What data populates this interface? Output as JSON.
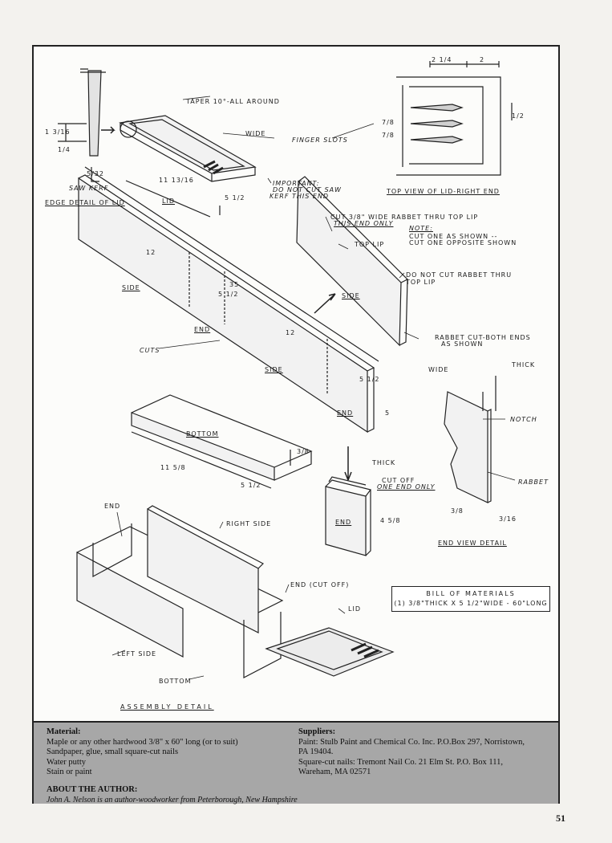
{
  "labels": {
    "taper": "TAPER 10°-ALL AROUND",
    "wide": "WIDE",
    "finger_slots": "FINGER SLOTS",
    "important": "IMPORTANT:",
    "do_not_cut": "DO NOT CUT SAW",
    "kerf_end": "KERF THIS END",
    "saw_kerf": "SAW KERF",
    "edge_detail": "EDGE DETAIL OF LID",
    "lid": "LID",
    "top_view": "TOP VIEW OF LID-RIGHT END",
    "cut_rabbet": "CUT 3/8\" WIDE RABBET THRU TOP LIP",
    "this_end_only": "THIS END ONLY",
    "note": "NOTE:",
    "cut_one_as": "CUT ONE AS SHOWN --",
    "cut_one_opp": "CUT ONE OPPOSITE SHOWN",
    "top_lip": "TOP LIP",
    "do_not_rabbet": "DO NOT CUT RABBET THRU",
    "top_lip2": "TOP LIP",
    "side": "SIDE",
    "end": "END",
    "cuts": "CUTS",
    "rabbet_both": "RABBET CUT-BOTH ENDS",
    "as_shown": "AS SHOWN",
    "wide2": "WIDE",
    "thick": "THICK",
    "thick2": "THICK",
    "notch": "NOTCH",
    "rabbet": "RABBET",
    "bottom": "BOTTOM",
    "cut_off": "CUT OFF",
    "one_end_only": "ONE END ONLY",
    "end_view_detail": "END VIEW DETAIL",
    "end_top": "END",
    "right_side": "RIGHT SIDE",
    "end_cut_off": "END (CUT OFF)",
    "lid2": "LID",
    "left_side": "LEFT SIDE",
    "bottom2": "BOTTOM",
    "assembly_detail": "ASSEMBLY DETAIL"
  },
  "dims": {
    "d_2_1_4": "2 1/4",
    "d_2": "2",
    "d_1_2": "1/2",
    "d_7_8a": "7/8",
    "d_7_8b": "7/8",
    "d_3_16": "1 3/16",
    "d_1_4": "1/4",
    "d_5_32": "5/32",
    "d_11_13_16": "11 13/16",
    "d_5_1_2a": "5 1/2",
    "d_12a": "12",
    "d_35": "35",
    "d_5_1_2b": "5 1/2",
    "d_12b": "12",
    "d_5_1_2c": "5 1/2",
    "d_5": "5",
    "d_3_8": "3/8",
    "d_11_5_8": "11 5/8",
    "d_5_1_2d": "5 1/2",
    "d_4_5_8": "4 5/8",
    "d_3_8b": "3/8",
    "d_3_16b": "3/16"
  },
  "bom": {
    "title": "BILL OF MATERIALS",
    "line": "(1) 3/8\"THICK X 5 1/2\"WIDE - 60\"LONG"
  },
  "footer": {
    "material_head": "Material:",
    "material_lines": [
      "Maple or any other hardwood 3/8\" x 60\" long (or to suit)",
      "Sandpaper, glue, small square-cut nails",
      "Water putty",
      "Stain or paint"
    ],
    "suppliers_head": "Suppliers:",
    "supplier_lines": [
      "Paint: Stulb Paint and Chemical Co. Inc. P.O.Box 297, Norristown,",
      "PA 19404.",
      "Square-cut nails: Tremont Nail Co. 21 Elm St. P.O. Box 111,",
      "Wareham, MA 02571"
    ],
    "author_head": "ABOUT THE AUTHOR:",
    "author_text": "John A. Nelson is an author-woodworker from Peterborough, New Hampshire"
  },
  "page_number": "51"
}
